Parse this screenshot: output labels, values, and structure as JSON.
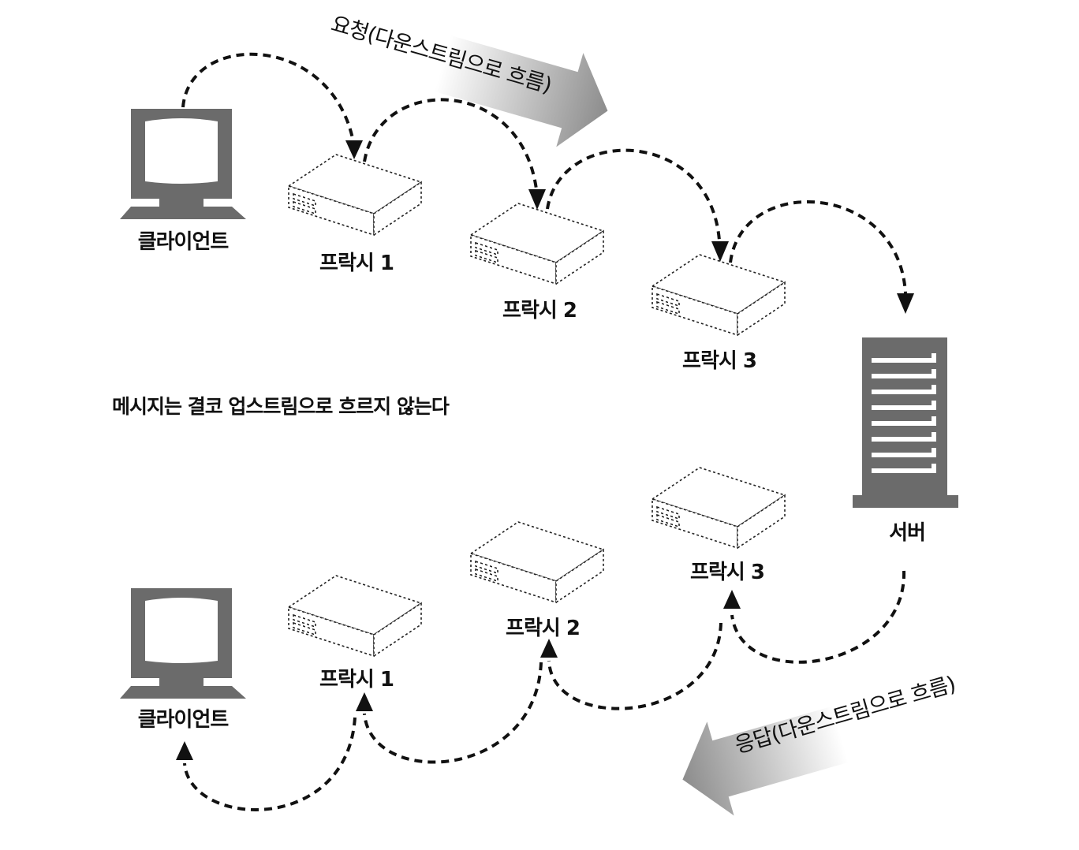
{
  "labels": {
    "client_top": "클라이언트",
    "proxy1_top": "프락시 1",
    "proxy2_top": "프락시 2",
    "proxy3_top": "프락시 3",
    "server": "서버",
    "client_bottom": "클라이언트",
    "proxy1_bottom": "프락시 1",
    "proxy2_bottom": "프락시 2",
    "proxy3_bottom": "프락시 3"
  },
  "flows": {
    "request": "요청(다운스트림으로 흐름)",
    "response": "응답(다운스트림으로 흐름)"
  },
  "caption": "메시지는 결코 업스트림으로 흐르지 않는다",
  "colors": {
    "device_fill": "#6b6b6b",
    "line": "#111111",
    "gradient_dark": "#8c8c8c",
    "gradient_light": "#ffffff"
  }
}
